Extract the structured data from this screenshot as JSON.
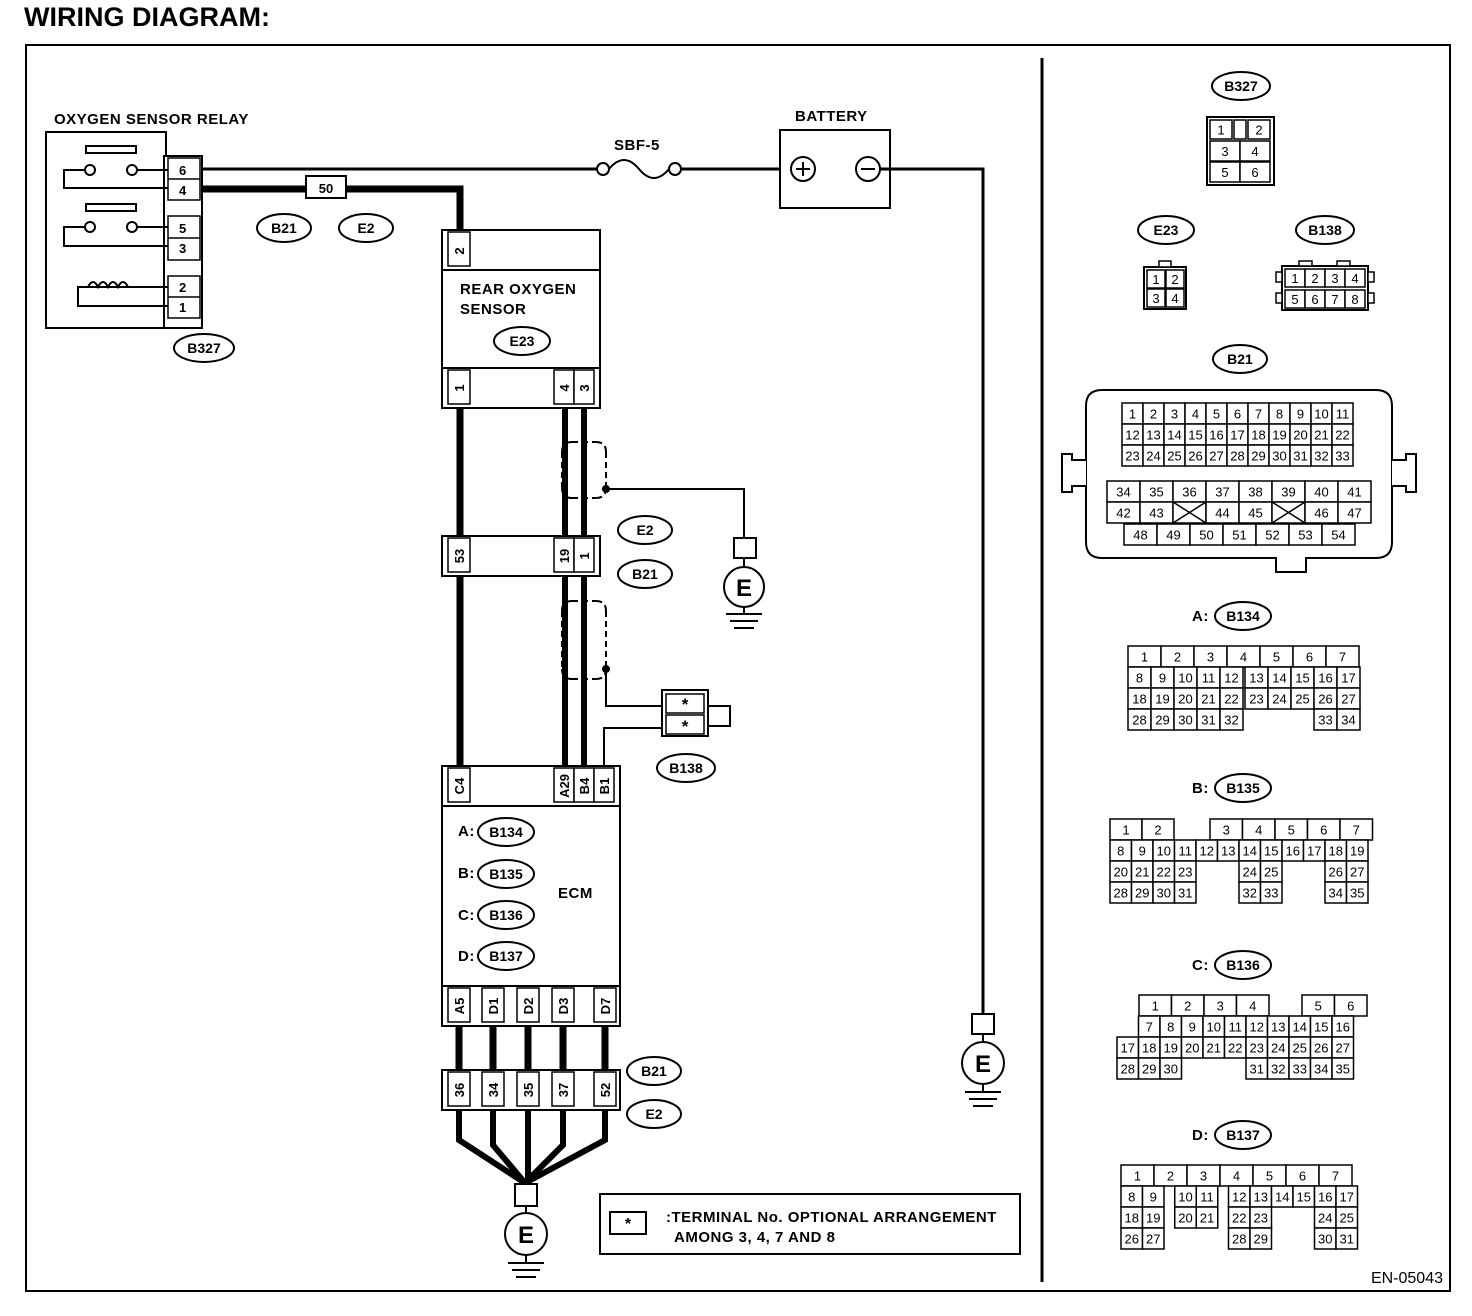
{
  "title": "WIRING DIAGRAM:",
  "footer_code": "EN-05043",
  "labels": {
    "relay": "OXYGEN SENSOR RELAY",
    "battery": "BATTERY",
    "fuse": "SBF-5",
    "fuse_no": "50",
    "sensor_line1": "REAR OXYGEN",
    "sensor_line2": "SENSOR",
    "ecm": "ECM",
    "ground": "E",
    "star": "*"
  },
  "connectors": {
    "b21": "B21",
    "e2": "E2",
    "b327": "B327",
    "e23": "E23",
    "b138": "B138",
    "b134": "B134",
    "b135": "B135",
    "b136": "B136",
    "b137": "B137"
  },
  "ecm_prefixes": [
    "A:",
    "B:",
    "C:",
    "D:"
  ],
  "relay_pins": [
    "6",
    "4",
    "5",
    "3",
    "2",
    "1"
  ],
  "sensor_top_pin": "2",
  "sensor_bottom_pins": [
    "1",
    "4",
    "3"
  ],
  "b21_mid_pins": [
    "53",
    "19",
    "1"
  ],
  "ecm_top_pins": [
    "C4",
    "A29",
    "B4",
    "B1"
  ],
  "ecm_bottom_pins": [
    "A5",
    "D1",
    "D2",
    "D3",
    "D7"
  ],
  "b21_bottom_pins": [
    "36",
    "34",
    "35",
    "37",
    "52"
  ],
  "legend": {
    "line1": ":TERMINAL No. OPTIONAL ARRANGEMENT",
    "line2": "AMONG 3, 4, 7 AND 8"
  },
  "views": {
    "b327": [
      [
        "1",
        "",
        "2"
      ],
      [
        "3",
        "4"
      ],
      [
        "5",
        "6"
      ]
    ],
    "e23": [
      [
        "1",
        "2"
      ],
      [
        "3",
        "4"
      ]
    ],
    "b138": [
      [
        "1",
        "2",
        "3",
        "4"
      ],
      [
        "5",
        "6",
        "7",
        "8"
      ]
    ],
    "b21": {
      "top": [
        [
          "1",
          "2",
          "3",
          "4",
          "5",
          "6",
          "7",
          "8",
          "9",
          "10",
          "11"
        ],
        [
          "12",
          "13",
          "14",
          "15",
          "16",
          "17",
          "18",
          "19",
          "20",
          "21",
          "22"
        ],
        [
          "23",
          "24",
          "25",
          "26",
          "27",
          "28",
          "29",
          "30",
          "31",
          "32",
          "33"
        ]
      ],
      "bottom": [
        [
          "34",
          "35",
          "36",
          "37",
          "38",
          "39",
          "40",
          "41"
        ],
        [
          "42",
          "43",
          "",
          "44",
          "45",
          "",
          "46",
          "47"
        ],
        [
          "48",
          "49",
          "50",
          "51",
          "52",
          "53",
          "54"
        ]
      ]
    },
    "b134": [
      [
        "1",
        "2",
        "3",
        "4",
        "5",
        "6",
        "7"
      ],
      [
        "8",
        "9",
        "10",
        "11",
        "12",
        "13",
        "14",
        "15",
        "16",
        "17"
      ],
      [
        "18",
        "19",
        "20",
        "21",
        "22",
        "23",
        "24",
        "25",
        "26",
        "27"
      ],
      [
        "28",
        "29",
        "30",
        "31",
        "32",
        "33",
        "34"
      ]
    ],
    "b135": [
      [
        "1",
        "2",
        "3",
        "4",
        "5",
        "6",
        "7"
      ],
      [
        "8",
        "9",
        "10",
        "11",
        "12",
        "13",
        "14",
        "15",
        "16",
        "17",
        "18",
        "19"
      ],
      [
        "20",
        "21",
        "22",
        "23",
        "24",
        "25",
        "26",
        "27"
      ],
      [
        "28",
        "29",
        "30",
        "31",
        "32",
        "33",
        "34",
        "35"
      ]
    ],
    "b136": [
      [
        "1",
        "2",
        "3",
        "4",
        "5",
        "6"
      ],
      [
        "7",
        "8",
        "9",
        "10",
        "11",
        "12",
        "13",
        "14",
        "15",
        "16"
      ],
      [
        "17",
        "18",
        "19",
        "20",
        "21",
        "22",
        "23",
        "24",
        "25",
        "26",
        "27"
      ],
      [
        "28",
        "29",
        "30",
        "31",
        "32",
        "33",
        "34",
        "35"
      ]
    ],
    "b137": [
      [
        "1",
        "2",
        "3",
        "4",
        "5",
        "6",
        "7"
      ],
      [
        "8",
        "9",
        "10",
        "11",
        "12",
        "13",
        "14",
        "15",
        "16",
        "17"
      ],
      [
        "18",
        "19",
        "20",
        "21",
        "22",
        "23",
        "24",
        "25"
      ],
      [
        "26",
        "27",
        "28",
        "29",
        "30",
        "31"
      ]
    ]
  }
}
